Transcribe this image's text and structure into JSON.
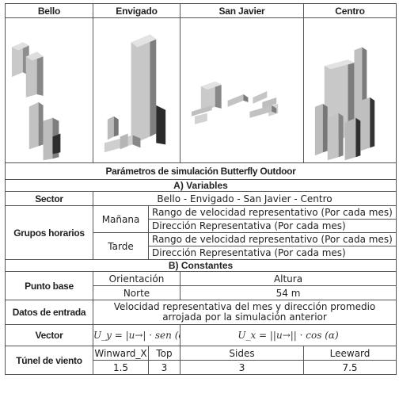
{
  "sectors": [
    "Bello",
    "Envigado",
    "San Javier",
    "Centro"
  ],
  "title": "Parámetros de simulación Butterfly Outdoor",
  "variables": {
    "heading": "A) Variables",
    "sector_label": "Sector",
    "sector_value": "Bello - Envigado - San Javier - Centro",
    "groups_label": "Grupos horarios",
    "morning_label": "Mañana",
    "afternoon_label": "Tarde",
    "speed_text": "Rango de velocidad representativo (Por cada mes)",
    "direction_text": "Dirección Representativa (Por cada mes)"
  },
  "constants": {
    "heading": "B) Constantes",
    "base_point_label": "Punto base",
    "orientation_label": "Orientación",
    "height_label": "Altura",
    "orientation_value": "Norte",
    "height_value": "54 m",
    "input_label": "Datos de entrada",
    "input_value": "Velocidad representativa del mes y dirección promedio arrojada por la simulación anterior",
    "vector_label": "Vector",
    "vector_uy": "U_y = |u→| · sen (α)",
    "vector_ux": "U_x = ||u→|| · cos (α)",
    "tunnel_label": "Túnel de viento",
    "tunnel_headers": [
      "Winward_X",
      "Top",
      "Sides",
      "Leeward"
    ],
    "tunnel_values": [
      "1.5",
      "3",
      "3",
      "7.5"
    ]
  }
}
